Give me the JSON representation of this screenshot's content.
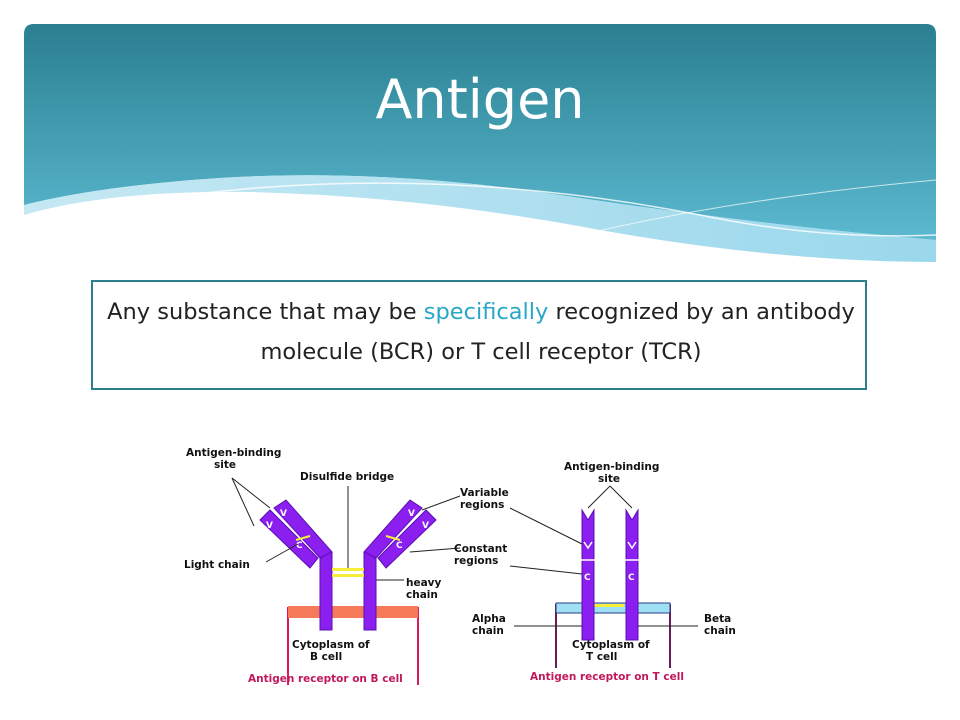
{
  "slide": {
    "title": "Antigen",
    "definition": {
      "before": "Any substance that may be ",
      "highlight": "specifically",
      "after": " recognized by an antibody molecule (BCR) or T cell receptor (TCR)"
    }
  },
  "diagram": {
    "bcr": {
      "antigen_binding_site_1": "Antigen-binding",
      "antigen_binding_site_2": "site",
      "disulfide_bridge": "Disulfide bridge",
      "variable_regions_1": "Variable",
      "variable_regions_2": "regions",
      "constant_regions_1": "Constant",
      "constant_regions_2": "regions",
      "light_chain": "Light chain",
      "heavy_chain_1": "heavy",
      "heavy_chain_2": "chain",
      "cytoplasm_1": "Cytoplasm of",
      "cytoplasm_2": "B cell",
      "caption": "Antigen receptor on B cell",
      "region_v": "V",
      "region_c": "C"
    },
    "tcr": {
      "antigen_binding_site_1": "Antigen-binding",
      "antigen_binding_site_2": "site",
      "alpha_chain_1": "Alpha",
      "alpha_chain_2": "chain",
      "beta_chain_1": "Beta",
      "beta_chain_2": "chain",
      "cytoplasm_1": "Cytoplasm of",
      "cytoplasm_2": "T cell",
      "caption": "Antigen receptor on T cell",
      "region_c": "C"
    },
    "colors": {
      "chain": "#8a1ff0",
      "chain_dark": "#5b0fb0",
      "membrane_b": "#f47a5a",
      "membrane_t": "#9fe0f5",
      "cell_outline_b": "#d81b60",
      "cell_outline_t": "#6a1b5a",
      "disulfide": "#f5ef3a"
    }
  }
}
